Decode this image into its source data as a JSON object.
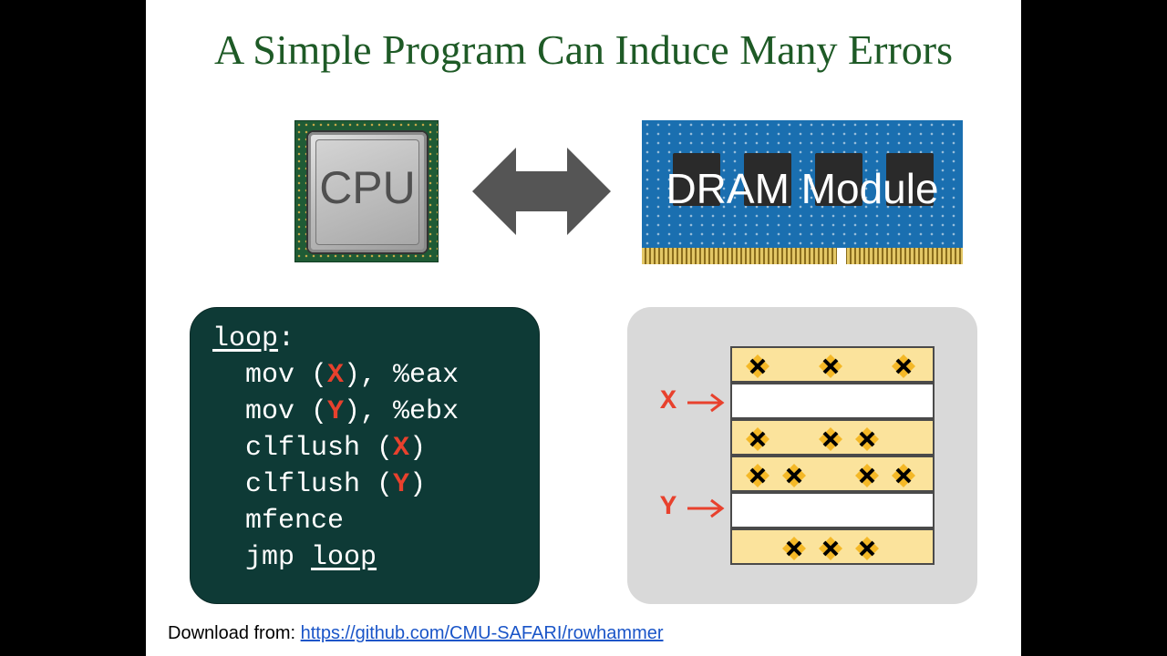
{
  "slide": {
    "title": "A Simple Program Can Induce Many Errors",
    "cpu_label": "CPU",
    "dram_label": "DRAM Module",
    "code": {
      "line1_label": "loop",
      "line1_suffix": ":",
      "line2_pre": "  mov (",
      "line2_reg": "X",
      "line2_post": "), %eax",
      "line3_pre": "  mov (",
      "line3_reg": "Y",
      "line3_post": "), %ebx",
      "line4_pre": "  clflush (",
      "line4_reg": "X",
      "line4_post": ")",
      "line5_pre": "  clflush (",
      "line5_reg": "Y",
      "line5_post": ")",
      "line6": "  mfence",
      "line7_pre": "  jmp ",
      "line7_label": "loop"
    },
    "memory": {
      "pointer_x": "X",
      "pointer_y": "Y",
      "row_error_counts": [
        3,
        0,
        3,
        4,
        0,
        3
      ]
    },
    "footer": {
      "prefix": "Download from: ",
      "link": "https://github.com/CMU-SAFARI/rowhammer"
    },
    "colors": {
      "title": "#1e5a26",
      "code_bg": "#0e3a36",
      "register": "#e8412d",
      "hot_row": "#fbe39c",
      "memory_panel": "#d9d9d9",
      "link": "#1a55c8"
    }
  }
}
